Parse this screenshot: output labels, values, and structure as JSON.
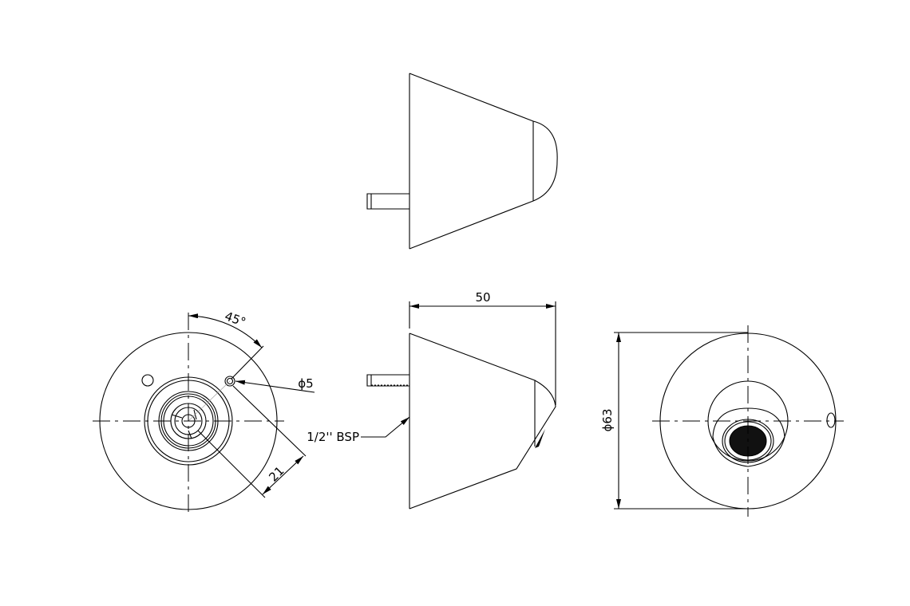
{
  "dimensions": {
    "length": "50",
    "outer_diameter": "ϕ63",
    "hole_diameter": "ϕ5",
    "hole_offset": "21",
    "hole_angle": "45°",
    "thread": "1/2'' BSP"
  },
  "colors": {
    "line": "#000000",
    "background": "#ffffff"
  }
}
